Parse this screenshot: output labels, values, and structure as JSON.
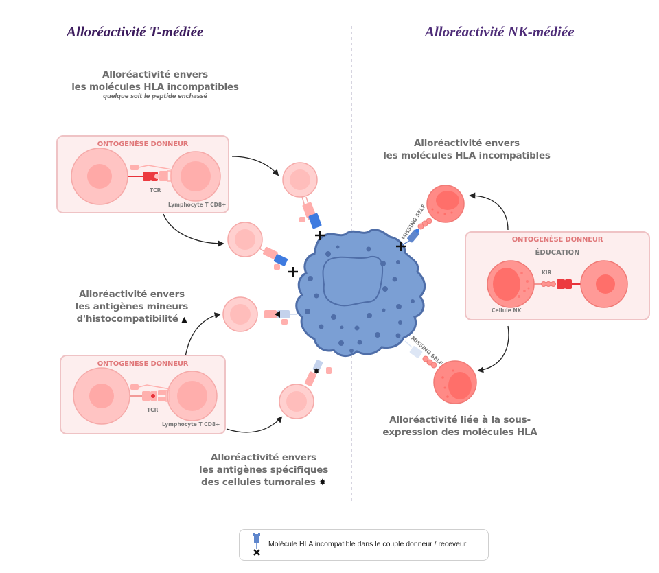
{
  "titles": {
    "t_mediated": "Alloréactivité T-médiée",
    "nk_mediated": "Alloréactivité NK-médiée"
  },
  "captions": {
    "t_hla": {
      "line1": "Alloréactivité envers",
      "line2": "les molécules HLA incompatibles",
      "sub": "quelque soit le peptide enchassé"
    },
    "t_minor": {
      "line1": "Alloréactivité envers",
      "line2": "les antigènes mineurs",
      "line3": "d'histocompatibilité",
      "symbol": "▲"
    },
    "t_tumor": {
      "line1": "Alloréactivité envers",
      "line2": "les antigènes spécifiques",
      "line3": "des cellules tumorales",
      "symbol": "✸"
    },
    "nk_hla": {
      "line1": "Alloréactivité envers",
      "line2": "les molécules HLA incompatibles"
    },
    "nk_under": {
      "line1": "Alloréactivité liée à la sous-",
      "line2": "expression des molécules HLA"
    }
  },
  "boxes": {
    "t_top": {
      "title": "ONTOGENÈSE DONNEUR",
      "tcr": "TCR",
      "cell": "Lymphocyte T CD8+"
    },
    "t_bottom": {
      "title": "ONTOGENÈSE DONNEUR",
      "tcr": "TCR",
      "cell": "Lymphocyte T CD8+"
    },
    "nk": {
      "title": "ONTOGENÈSE DONNEUR",
      "subtitle": "ÉDUCATION",
      "kir": "KIR",
      "cell": "Cellule NK"
    }
  },
  "missing_self": {
    "top": "MISSING SELF",
    "bottom": "MISSING SELF"
  },
  "legend": {
    "icon": "hla-mismatch-icon",
    "text": "Molécule HLA incompatible dans le couple donneur / receveur"
  },
  "colors": {
    "target_cell": "#7b9fd4",
    "target_border": "#4f6ea8",
    "t_cell": "#ffd0cf",
    "nk_cell": "#ff8a86",
    "hla_mismatch": "#3e7be0",
    "title": "#3d1c5e"
  }
}
